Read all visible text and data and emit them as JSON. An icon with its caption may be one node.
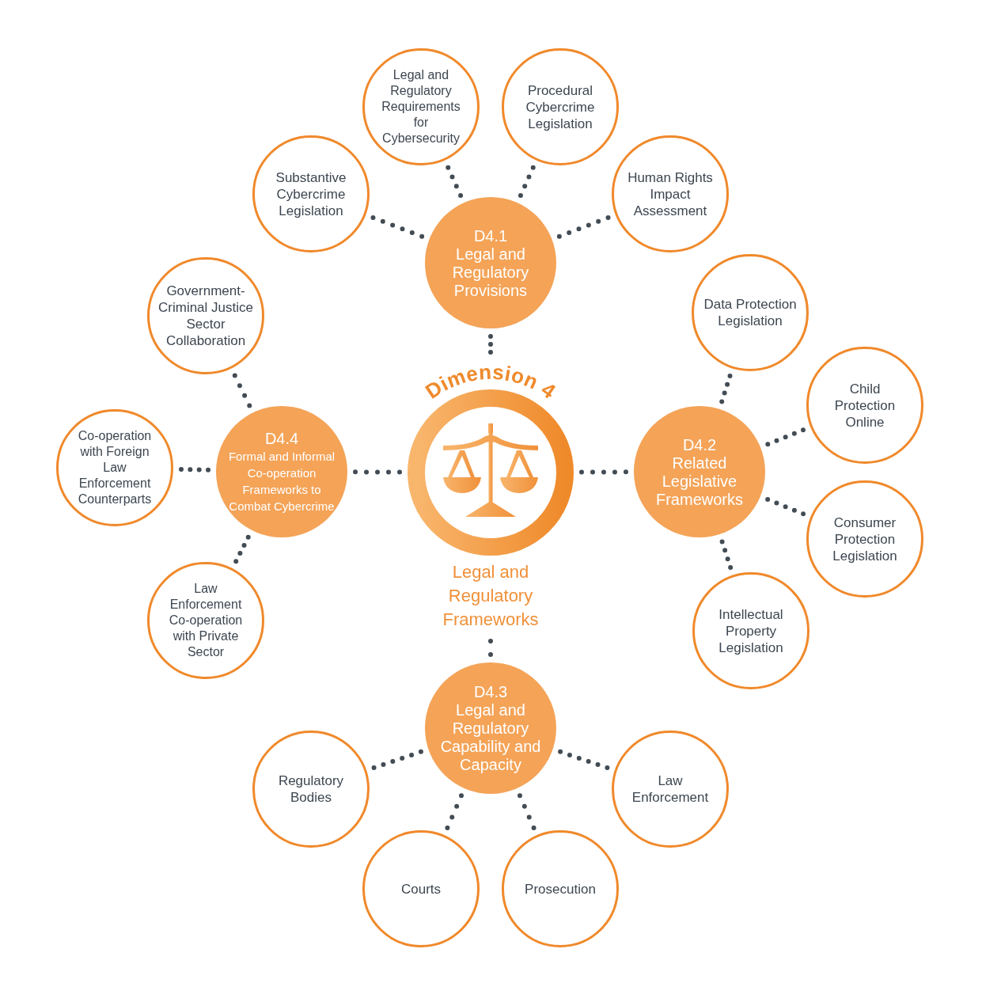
{
  "diagram": {
    "nodes": [
      {
        "text": [
          "Dimension 4",
          "Legal and Regulatory Frameworks"
        ]
      },
      {
        "text": [
          "D4.1",
          "Legal and Regulatory Provisions"
        ]
      },
      {
        "text": [
          "Substantive Cybercrime Legislation"
        ]
      },
      {
        "text": [
          "Legal and Regulatory Requirements for Cybersecurity"
        ]
      },
      {
        "text": [
          "Procedural Cybercrime Legislation"
        ]
      },
      {
        "text": [
          "Human Rights Impact Assessment"
        ]
      },
      {
        "text": [
          "D4.2",
          "Related Legislative Frameworks"
        ]
      },
      {
        "text": [
          "Data Protection Legislation"
        ]
      },
      {
        "text": [
          "Child Protection Online"
        ]
      },
      {
        "text": [
          "Consumer Protection Legislation"
        ]
      },
      {
        "text": [
          "Intellectual Property Legislation"
        ]
      },
      {
        "text": [
          "D4.3",
          "Legal and Regulatory Capability and Capacity"
        ]
      },
      {
        "text": [
          "Regulatory Bodies"
        ]
      },
      {
        "text": [
          "Courts"
        ]
      },
      {
        "text": [
          "Prosecution"
        ]
      },
      {
        "text": [
          "Law Enforcement"
        ]
      },
      {
        "text": [
          "D4.4",
          "Formal and Informal Co-operation Frameworks to Combat Cybercrime"
        ]
      },
      {
        "text": [
          "Government-Criminal Justice Sector Collaboration"
        ]
      },
      {
        "text": [
          "Co-operation with Foreign Law Enforcement Counterparts"
        ]
      },
      {
        "text": [
          "Law Enforcement Co-operation with Private Sector"
        ]
      }
    ],
    "edges": [
      {
        "from": 0,
        "to": 1,
        "arrow": "none"
      },
      {
        "from": 1,
        "to": 2,
        "arrow": "none"
      },
      {
        "from": 1,
        "to": 3,
        "arrow": "none"
      },
      {
        "from": 1,
        "to": 4,
        "arrow": "none"
      },
      {
        "from": 1,
        "to": 5,
        "arrow": "none"
      },
      {
        "from": 0,
        "to": 6,
        "arrow": "none"
      },
      {
        "from": 6,
        "to": 7,
        "arrow": "none"
      },
      {
        "from": 6,
        "to": 8,
        "arrow": "none"
      },
      {
        "from": 6,
        "to": 9,
        "arrow": "none"
      },
      {
        "from": 6,
        "to": 10,
        "arrow": "none"
      },
      {
        "from": 0,
        "to": 11,
        "arrow": "none"
      },
      {
        "from": 11,
        "to": 12,
        "arrow": "none"
      },
      {
        "from": 11,
        "to": 13,
        "arrow": "none"
      },
      {
        "from": 11,
        "to": 14,
        "arrow": "none"
      },
      {
        "from": 11,
        "to": 15,
        "arrow": "none"
      },
      {
        "from": 0,
        "to": 16,
        "arrow": "none"
      },
      {
        "from": 16,
        "to": 17,
        "arrow": "none"
      },
      {
        "from": 16,
        "to": 18,
        "arrow": "none"
      },
      {
        "from": 16,
        "to": 19,
        "arrow": "none"
      }
    ]
  }
}
